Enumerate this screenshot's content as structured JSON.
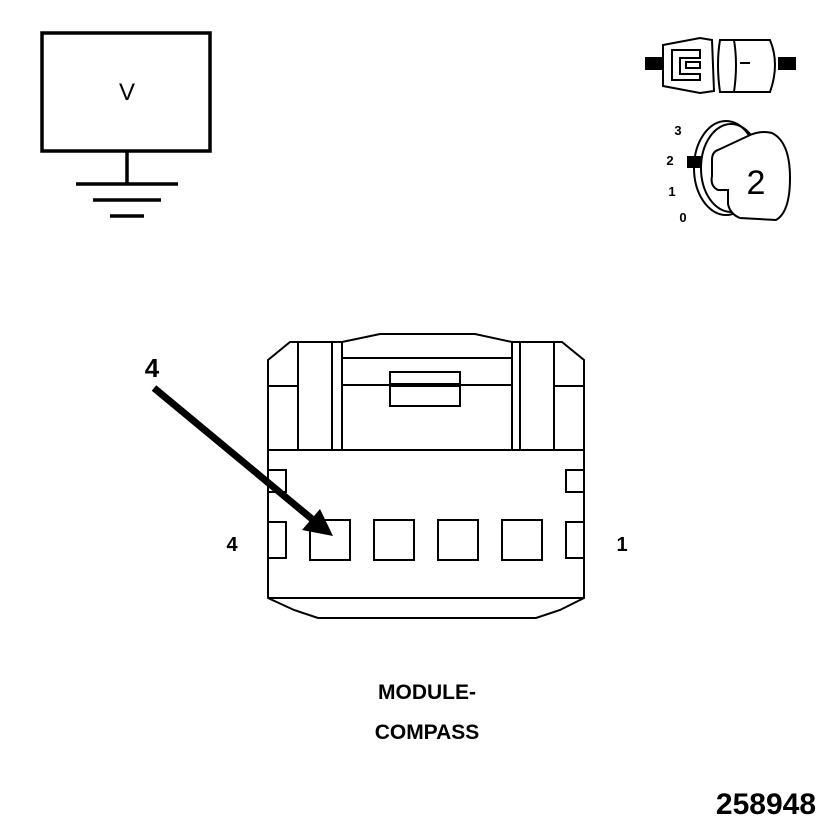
{
  "meter": {
    "symbol": "V"
  },
  "ignition": {
    "positions": [
      "3",
      "2",
      "1",
      "0"
    ],
    "key_position": "2"
  },
  "connector": {
    "callout_pin": "4",
    "left_pin_label": "4",
    "right_pin_label": "1"
  },
  "component": {
    "name_line1": "MODULE-",
    "name_line2": "COMPASS"
  },
  "figure_id": "258948"
}
